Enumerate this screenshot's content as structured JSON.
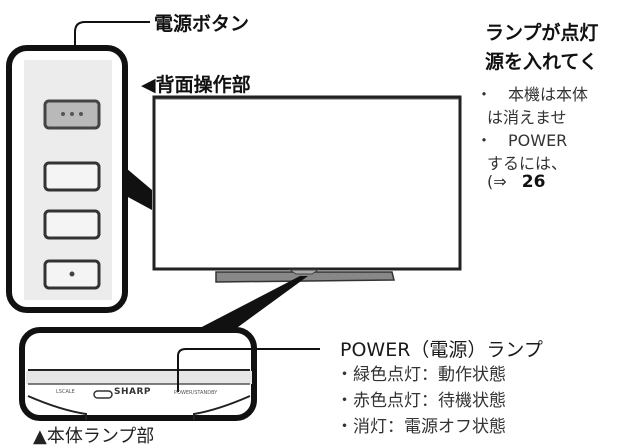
{
  "labels": {
    "power_button": "電源ボタン",
    "rear_panel": "◀背面操作部",
    "main_lamp": "▲本体ランプ部",
    "power_lamp_title": "POWER（電源）ランプ"
  },
  "power_lamp_states": [
    "・緑色点灯：動作状態",
    "・赤色点灯：待機状態",
    "・消灯：電源オフ状態"
  ],
  "right_column": {
    "heading_line1": "ランプが点灯",
    "heading_line2": "源を入れてく",
    "bullets": [
      {
        "line1": "・　本機は本体",
        "line2": "は消えませ"
      },
      {
        "line1": "・　POWER",
        "line2": "するには、"
      }
    ],
    "ref_prefix": "(⇒",
    "ref_page": "26"
  },
  "lamp_panel": {
    "left_marking": "LSCALE",
    "brand": "SHARP",
    "right_marking": "POWER/STANDBY"
  },
  "rear_buttons": [
    {
      "name": "power",
      "glyph": "•••"
    },
    {
      "name": "button-2",
      "glyph": ""
    },
    {
      "name": "button-3",
      "glyph": ""
    },
    {
      "name": "button-4",
      "glyph": "•"
    }
  ],
  "colors": {
    "outline": "#111111",
    "panel_fill": "#ececec",
    "power_button_fill": "#b9b9b9",
    "text": "#1a1a1a"
  }
}
